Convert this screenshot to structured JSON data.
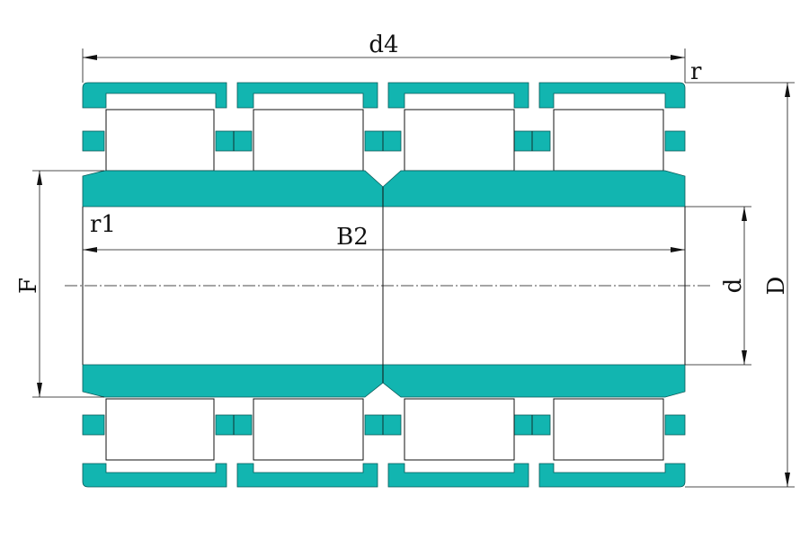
{
  "labels": {
    "d4": "d4",
    "r": "r",
    "r1": "r1",
    "B2": "B2",
    "F": "F",
    "d": "d",
    "D": "D"
  },
  "colors": {
    "ring": "#12b5b0",
    "outline": "#111111",
    "background": "#ffffff"
  }
}
